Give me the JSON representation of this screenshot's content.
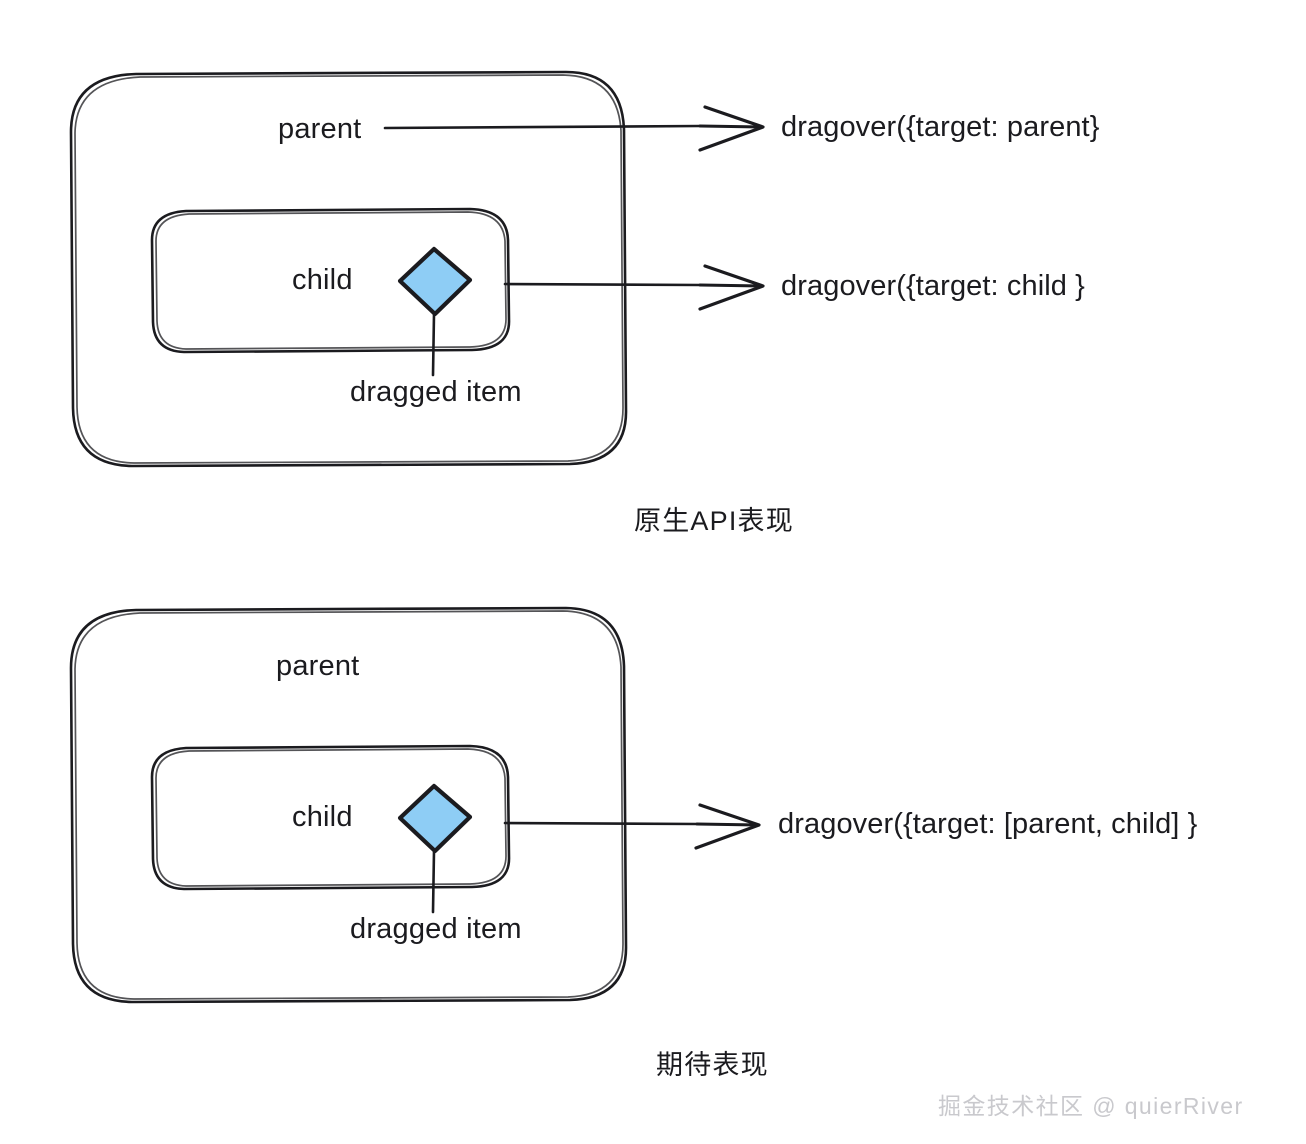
{
  "figure": {
    "title_native": "原生API表现",
    "title_expected": "期待表现"
  },
  "panels": [
    {
      "id": "native",
      "caption": "原生API表现",
      "parent_label": "parent",
      "child_label": "child",
      "dragged_item_label": "dragged item",
      "events": [
        {
          "name": "dragover-parent-event",
          "text": "dragover({target: parent}"
        },
        {
          "name": "dragover-child-event",
          "text": "dragover({target: child }"
        }
      ]
    },
    {
      "id": "expected",
      "caption": "期待表现",
      "parent_label": "parent",
      "child_label": "child",
      "dragged_item_label": "dragged item",
      "events": [
        {
          "name": "dragover-combined-event",
          "text": "dragover({target: [parent, child] }"
        }
      ]
    }
  ],
  "watermark": {
    "text": "掘金技术社区 @ quierRiver"
  },
  "colors": {
    "stroke": "#1b1b1f",
    "diamond_fill": "#8ecdf5",
    "background": "#ffffff",
    "watermark": "#c9c9cd"
  }
}
